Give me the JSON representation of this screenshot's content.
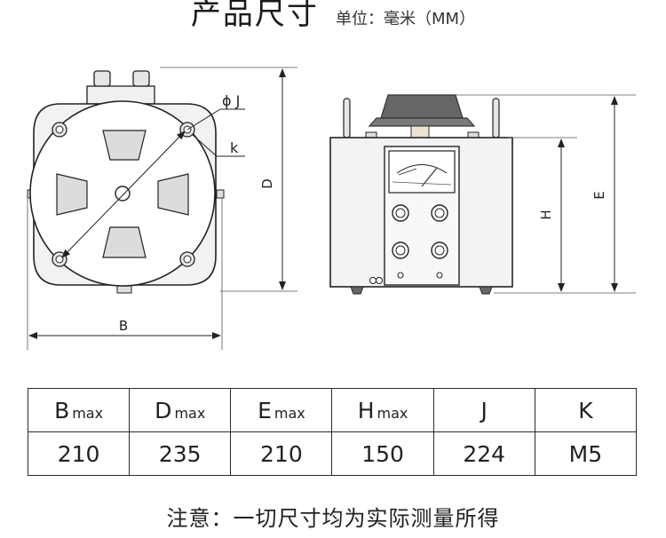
{
  "header": {
    "title": "产品尺寸",
    "unit": "单位：毫米（MM）"
  },
  "drawing": {
    "front_labels": {
      "phi_j": "ϕ J",
      "k": "k",
      "d": "D",
      "b": "B"
    },
    "side_labels": {
      "h": "H",
      "e": "E"
    }
  },
  "spec_table": {
    "headers": [
      {
        "name": "B",
        "suffix": "max"
      },
      {
        "name": "D",
        "suffix": "max"
      },
      {
        "name": "E",
        "suffix": "max"
      },
      {
        "name": "H",
        "suffix": "max"
      },
      {
        "name": "J",
        "suffix": ""
      },
      {
        "name": "K",
        "suffix": ""
      }
    ],
    "values": [
      "210",
      "235",
      "210",
      "150",
      "224",
      "M5"
    ]
  },
  "note": "注意：一切尺寸均为实际测量所得",
  "colors": {
    "line": "#222222",
    "body_gray": "#f3f3f3",
    "knob_dark": "#666666"
  }
}
